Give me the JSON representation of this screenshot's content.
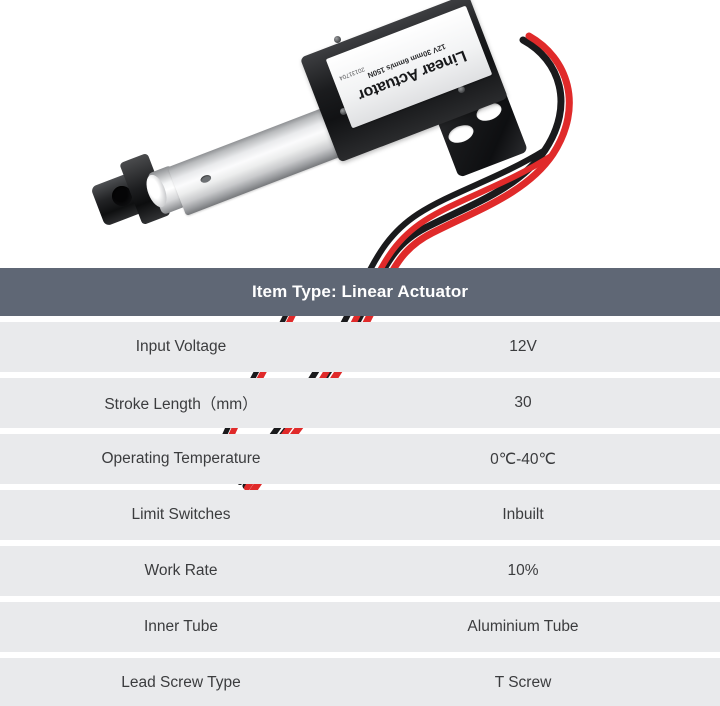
{
  "product_photo": {
    "alt": "12V 30mm stroke micro linear actuator with mounting bracket and red-black lead wires",
    "label": {
      "title": "Linear Actuator",
      "subtitle": "12V 30mm 6mm/s 150N",
      "code": "20131704"
    },
    "colors": {
      "tube": "#e9eaec",
      "housing": "#1b1c1e",
      "wire_red": "#e02a2a",
      "wire_black": "#1a1a1c",
      "background": "#ffffff"
    }
  },
  "spec_table": {
    "header": "Item Type: Linear Actuator",
    "header_color": "#5f6775",
    "row_color": "#e9eaec",
    "rows": [
      {
        "label": "Input Voltage",
        "value": "12V"
      },
      {
        "label": "Stroke Length（mm）",
        "value": "30"
      },
      {
        "label": "Operating Temperature",
        "value": "0℃-40℃"
      },
      {
        "label": "Limit Switches",
        "value": "Inbuilt"
      },
      {
        "label": "Work Rate",
        "value": "10%"
      },
      {
        "label": "Inner Tube",
        "value": "Aluminium Tube"
      },
      {
        "label": "Lead Screw Type",
        "value": "T Screw"
      }
    ]
  }
}
